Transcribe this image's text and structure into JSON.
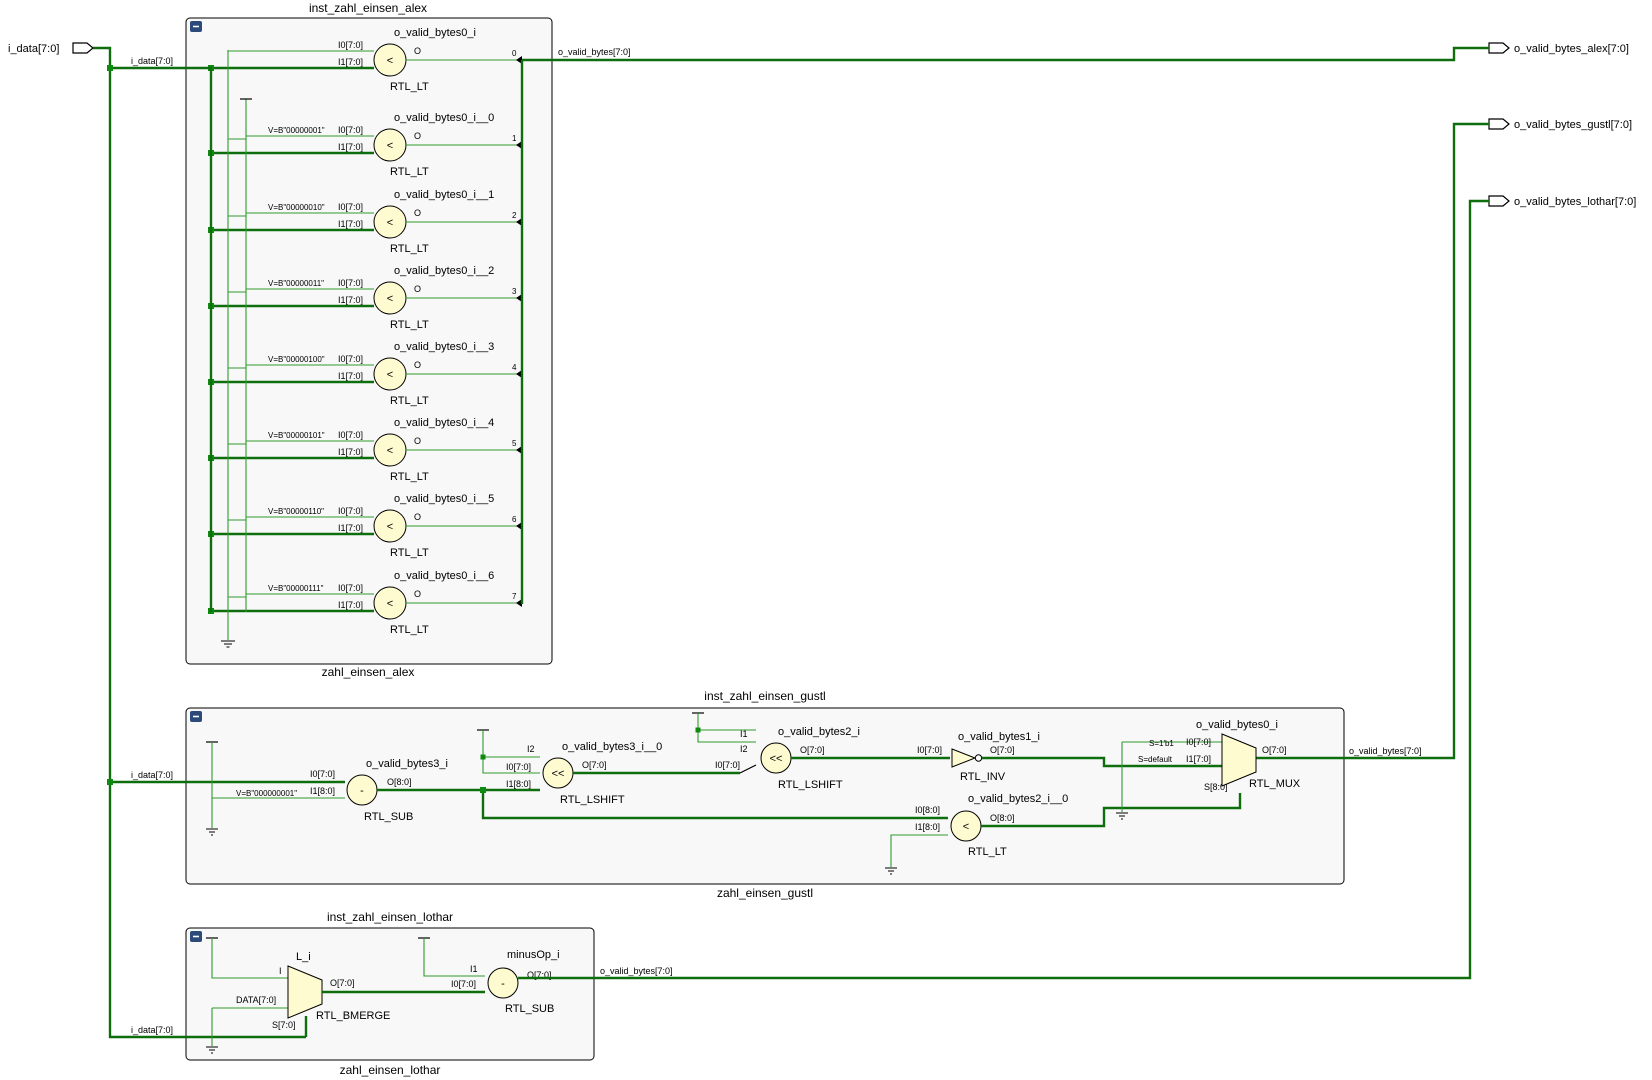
{
  "ports": {
    "i_data": "i_data[7:0]",
    "out_alex": "o_valid_bytes_alex[7:0]",
    "out_gustl": "o_valid_bytes_gustl[7:0]",
    "out_lothar": "o_valid_bytes_lothar[7:0]"
  },
  "alex": {
    "instance": "inst_zahl_einsen_alex",
    "module": "zahl_einsen_alex",
    "in_net": "i_data[7:0]",
    "out_net": "o_valid_bytes[7:0]",
    "cell_type": "RTL_LT",
    "pin_i0": "I0[7:0]",
    "pin_i1": "I1[7:0]",
    "pin_o": "O",
    "cells": [
      {
        "name": "o_valid_bytes0_i",
        "const": "",
        "bit": "0"
      },
      {
        "name": "o_valid_bytes0_i__0",
        "const": "V=B\"00000001\"",
        "bit": "1"
      },
      {
        "name": "o_valid_bytes0_i__1",
        "const": "V=B\"00000010\"",
        "bit": "2"
      },
      {
        "name": "o_valid_bytes0_i__2",
        "const": "V=B\"00000011\"",
        "bit": "3"
      },
      {
        "name": "o_valid_bytes0_i__3",
        "const": "V=B\"00000100\"",
        "bit": "4"
      },
      {
        "name": "o_valid_bytes0_i__4",
        "const": "V=B\"00000101\"",
        "bit": "5"
      },
      {
        "name": "o_valid_bytes0_i__5",
        "const": "V=B\"00000110\"",
        "bit": "6"
      },
      {
        "name": "o_valid_bytes0_i__6",
        "const": "V=B\"00000111\"",
        "bit": "7"
      }
    ]
  },
  "gustl": {
    "instance": "inst_zahl_einsen_gustl",
    "module": "zahl_einsen_gustl",
    "in_net": "i_data[7:0]",
    "out_net": "o_valid_bytes[7:0]",
    "sub": {
      "name": "o_valid_bytes3_i",
      "type": "RTL_SUB",
      "i0": "I0[7:0]",
      "i1": "I1[8:0]",
      "o": "O[8:0]",
      "const": "V=B\"000000001\"",
      "symbol": "-"
    },
    "lshift1": {
      "name": "o_valid_bytes3_i__0",
      "type": "RTL_LSHIFT",
      "i2": "I2",
      "i0": "I0[7:0]",
      "i1": "I1[8:0]",
      "o": "O[7:0]",
      "symbol": "<<"
    },
    "lshift2": {
      "name": "o_valid_bytes2_i",
      "type": "RTL_LSHIFT",
      "i1": "I1",
      "i2": "I2",
      "i0": "I0[7:0]",
      "o": "O[7:0]",
      "symbol": "<<"
    },
    "inv": {
      "name": "o_valid_bytes1_i",
      "type": "RTL_INV",
      "i0": "I0[7:0]",
      "o": "O[7:0]"
    },
    "lt": {
      "name": "o_valid_bytes2_i__0",
      "type": "RTL_LT",
      "i0": "I0[8:0]",
      "i1": "I1[8:0]",
      "o": "O[8:0]",
      "symbol": "<"
    },
    "mux": {
      "name": "o_valid_bytes0_i",
      "type": "RTL_MUX",
      "s1": "S=1'b1",
      "sdef": "S=default",
      "i0": "I0[7:0]",
      "i1": "I1[7:0]",
      "s": "S[8:0]",
      "o": "O[7:0]"
    }
  },
  "lothar": {
    "instance": "inst_zahl_einsen_lothar",
    "module": "zahl_einsen_lothar",
    "in_net": "i_data[7:0]",
    "out_net": "o_valid_bytes[7:0]",
    "bmerge": {
      "name": "L_i",
      "type": "RTL_BMERGE",
      "i": "I",
      "data": "DATA[7:0]",
      "s": "S[7:0]",
      "o": "O[7:0]"
    },
    "sub": {
      "name": "minusOp_i",
      "type": "RTL_SUB",
      "i1": "I1",
      "i0": "I0[7:0]",
      "o": "O[7:0]",
      "symbol": "-"
    }
  },
  "colors": {
    "wire": "#2f9a2f",
    "bus": "#0e6e0e",
    "cell_fill": "#fffbd1",
    "box_fill": "#f8f8f8",
    "collapse_button": "#2c4a7a"
  }
}
